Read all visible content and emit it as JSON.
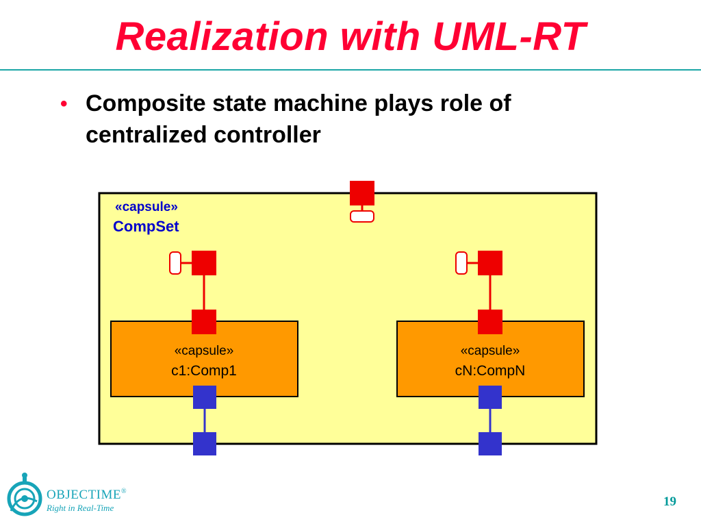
{
  "slide": {
    "title": "Realization with UML-RT",
    "bullet": "Composite state machine plays role of centralized controller",
    "page_number": "19"
  },
  "diagram": {
    "outer": {
      "stereotype": "«capsule»",
      "name": "CompSet"
    },
    "components": [
      {
        "stereotype": "«capsule»",
        "name": "c1:Comp1"
      },
      {
        "stereotype": "«capsule»",
        "name": "cN:CompN"
      }
    ]
  },
  "logo": {
    "name": "OBJECTIME",
    "registered": "®",
    "tagline": "Right in Real-Time"
  },
  "colors": {
    "title": "#ff0033",
    "rule": "#1aa6a6",
    "capsule_fill": "#ffff99",
    "component_fill": "#ff9900",
    "red_port": "#ee0000",
    "blue_port": "#3333cc",
    "outer_label": "#0000cc",
    "logo": "#17a4b8"
  }
}
